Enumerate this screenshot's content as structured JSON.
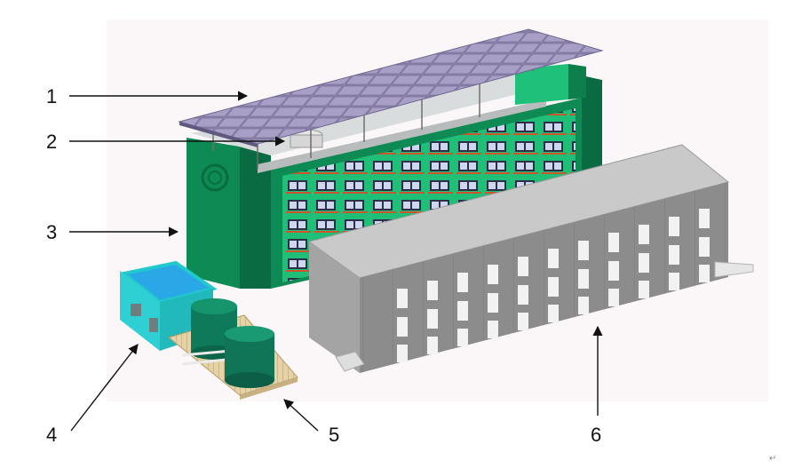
{
  "labels": {
    "l1": "1",
    "l2": "2",
    "l3": "3",
    "l4": "4",
    "l5": "5",
    "l6": "6"
  },
  "corner_mark": "↵",
  "colors": {
    "main_green": "#0f8a55",
    "dark_green": "#0b6e44",
    "bright_green": "#19c27a",
    "solar_panel": "#9a8fb5",
    "grey_wall": "#8f8f8f",
    "grey_roof": "#c9c9c9",
    "cyan_building": "#2fd5d8",
    "tank_green": "#0f7a5a"
  }
}
